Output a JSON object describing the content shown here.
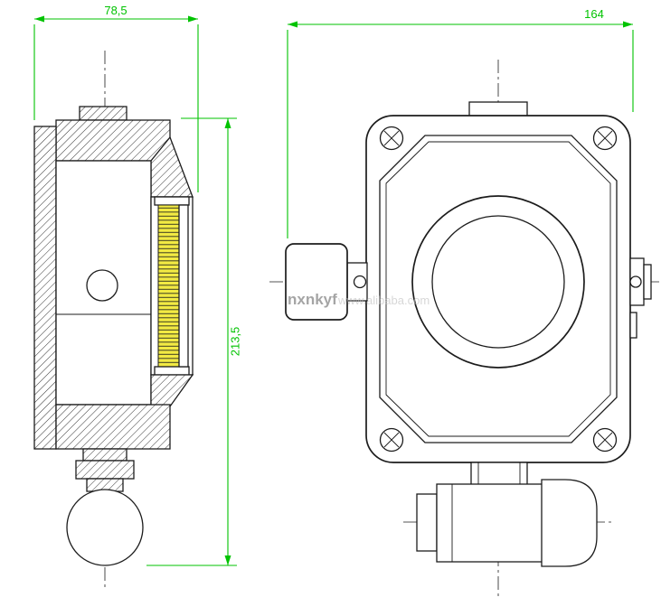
{
  "colors": {
    "background": "#ffffff",
    "line": "#1c1c1c",
    "dimension": "#00c300",
    "connector_yellow": "#f2ea43",
    "watermark_dark": "#8f8f8f",
    "watermark_light": "#bdbdbd"
  },
  "dimensions": {
    "side_width": "78,5",
    "front_width": "164",
    "overall_height": "213,5"
  },
  "watermark": {
    "brand": "nxnkyf",
    "site": "www.alibaba.com"
  }
}
